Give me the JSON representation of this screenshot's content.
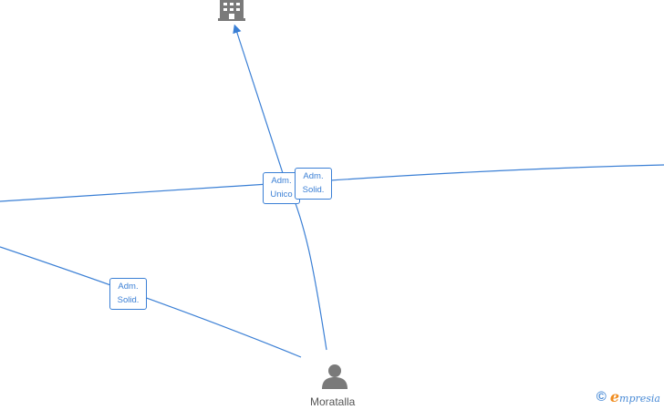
{
  "colors": {
    "edge": "#3a7fd5",
    "node_icon": "#7a7a7a",
    "brand_e": "#f08c1e",
    "brand_text": "#4a8bd6"
  },
  "nodes": {
    "company": {
      "icon": "building-icon",
      "label": ""
    },
    "person": {
      "icon": "person-icon",
      "label": "Moratalla"
    }
  },
  "roles": {
    "adm_unico": {
      "line1": "Adm.",
      "line2": "Unico"
    },
    "adm_solid_top": {
      "line1": "Adm.",
      "line2": "Solid."
    },
    "adm_solid_left": {
      "line1": "Adm.",
      "line2": "Solid."
    }
  },
  "brand": {
    "copyright": "©",
    "first_letter": "e",
    "rest": "mpresia"
  }
}
